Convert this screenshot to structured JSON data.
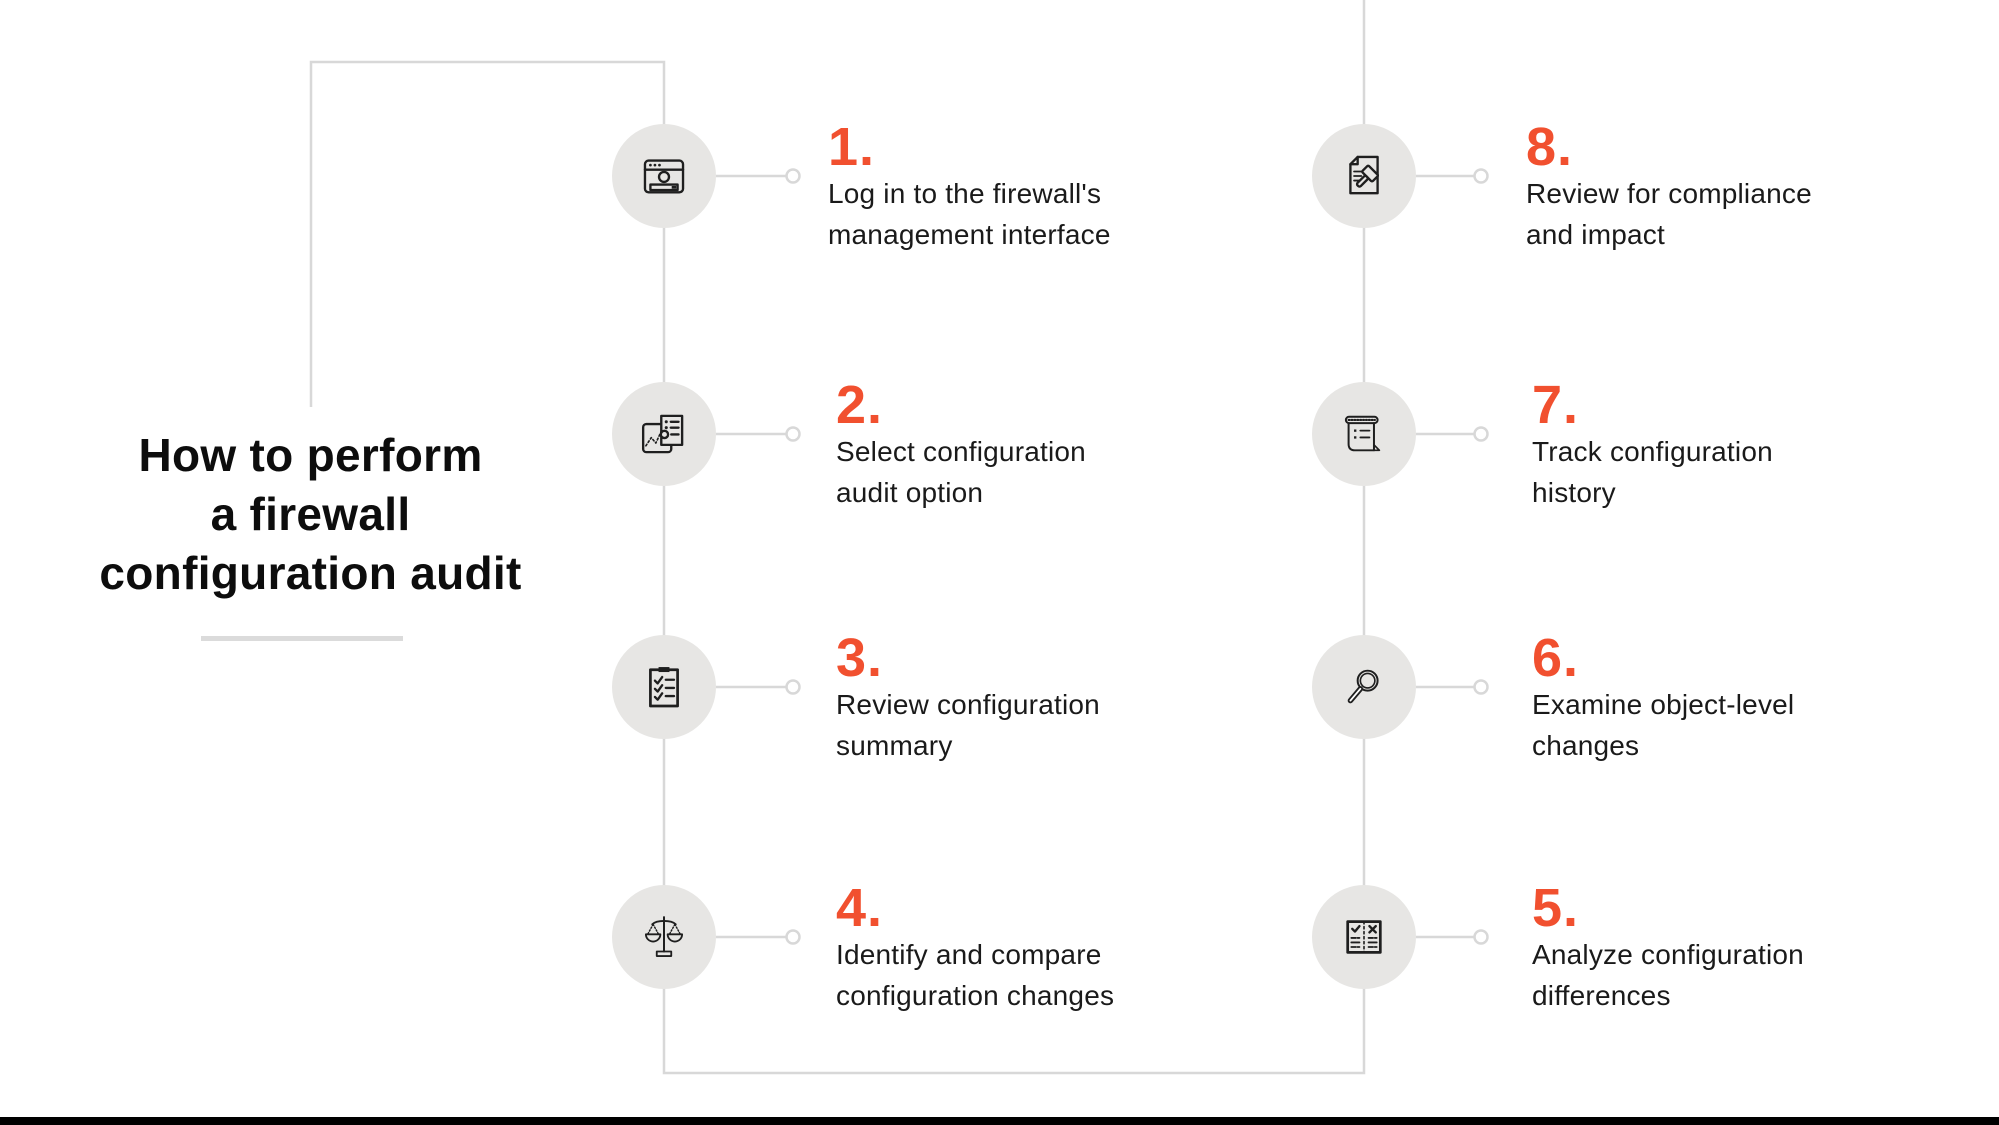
{
  "colors": {
    "accent": "#F1502F",
    "circle-fill": "#E7E6E4",
    "connector": "#D8D8D8",
    "text": "#1A1A1A",
    "title": "#0D0D0D",
    "bar": "#000000"
  },
  "title": {
    "lines": [
      "How to perform",
      "a firewall",
      "configuration audit"
    ]
  },
  "steps": [
    {
      "num": "1.",
      "icon": "browser-window-icon",
      "lines": [
        "Log in to the firewall's",
        "management interface"
      ]
    },
    {
      "num": "2.",
      "icon": "report-list-icon",
      "lines": [
        "Select configuration",
        "audit option"
      ]
    },
    {
      "num": "3.",
      "icon": "checklist-clipboard-icon",
      "lines": [
        "Review configuration",
        "summary"
      ]
    },
    {
      "num": "4.",
      "icon": "balance-scale-icon",
      "lines": [
        "Identify and compare",
        "configuration changes"
      ]
    },
    {
      "num": "5.",
      "icon": "comparison-table-icon",
      "lines": [
        "Analyze configuration",
        "differences"
      ]
    },
    {
      "num": "6.",
      "icon": "magnifier-icon",
      "lines": [
        "Examine object-level",
        "changes"
      ]
    },
    {
      "num": "7.",
      "icon": "scroll-history-icon",
      "lines": [
        "Track configuration",
        "history"
      ]
    },
    {
      "num": "8.",
      "icon": "gavel-document-icon",
      "lines": [
        "Review for compliance",
        "and impact"
      ]
    }
  ]
}
